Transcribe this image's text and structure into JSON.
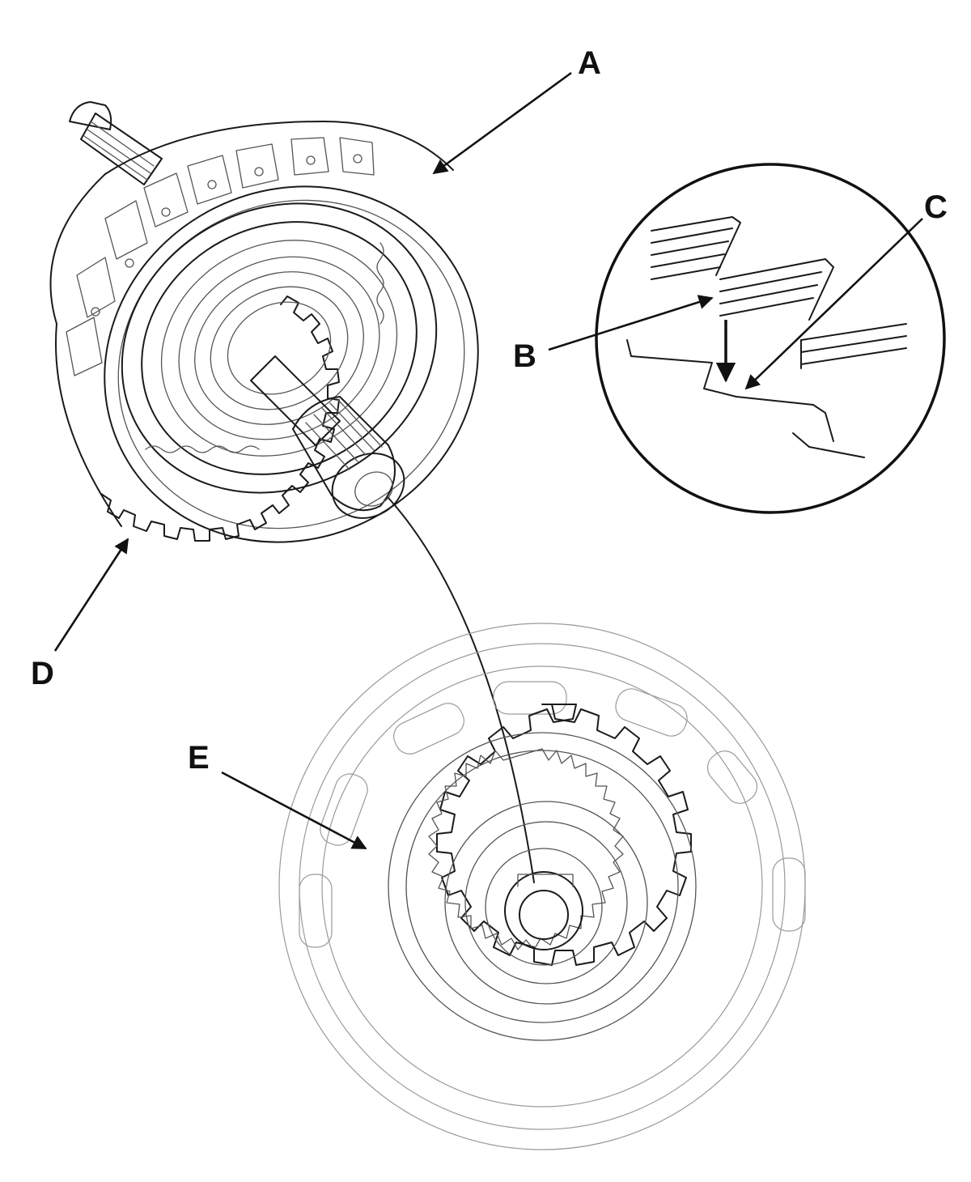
{
  "callouts": {
    "a": "A",
    "b": "B",
    "c": "C",
    "d": "D",
    "e": "E"
  },
  "colors": {
    "line": "#1a1a1a",
    "background": "#ffffff"
  }
}
